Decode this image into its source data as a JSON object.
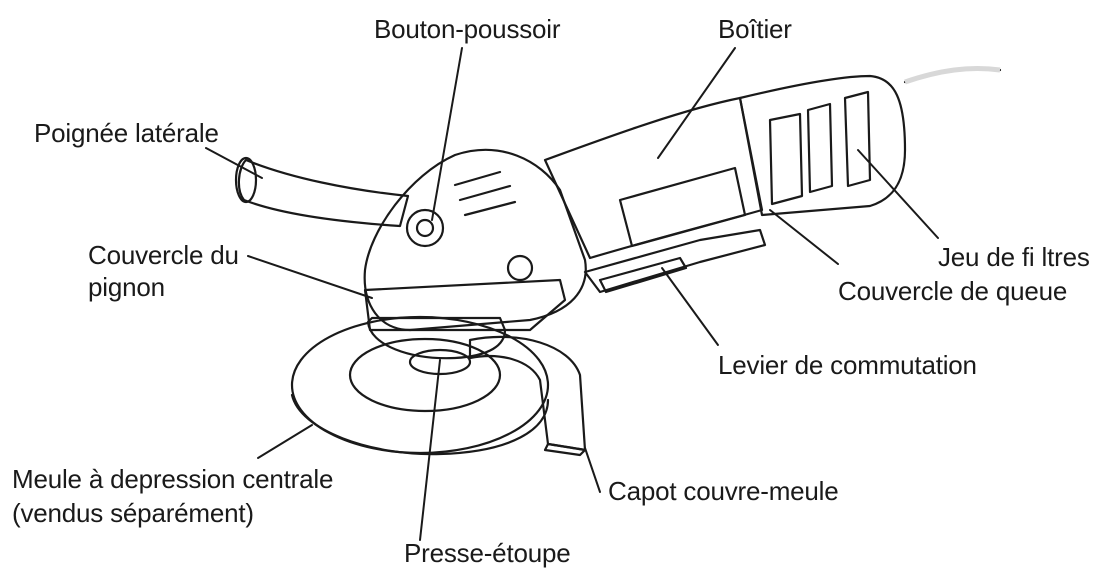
{
  "colors": {
    "ink": "#1a1a1a",
    "body_light": "#e4e4e4",
    "body_mid": "#a8a8a8",
    "body_dark": "#7a7a7a",
    "wheel": "#eeeeee"
  },
  "labels": {
    "bouton_poussoir": "Bouton-poussoir",
    "boitier": "Boîtier",
    "poignee_laterale": "Poignée latérale",
    "couvercle_pignon": [
      "Couvercle du",
      "pignon"
    ],
    "jeu_filtres": "Jeu de fi ltres",
    "couvercle_queue": "Couvercle de queue",
    "levier_commutation": "Levier de commutation",
    "meule": [
      "Meule à depression centrale",
      "(vendus séparément)"
    ],
    "capot": "Capot couvre-meule",
    "presse_etoupe": "Presse-étoupe"
  }
}
